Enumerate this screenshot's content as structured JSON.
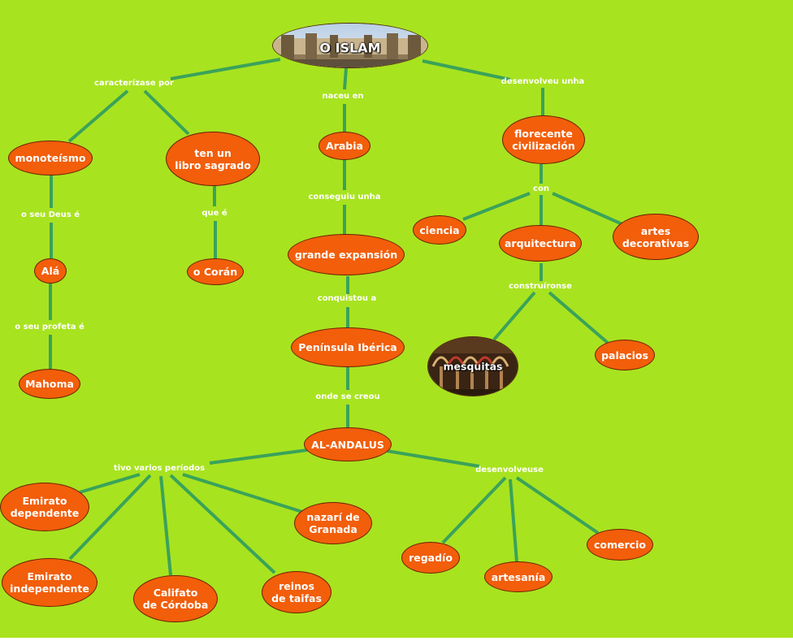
{
  "title": "O ISLAM",
  "nodes": {
    "monoteismo": "monoteísmo",
    "libro": "ten un\nlibro sagrado",
    "ala": "Alá",
    "coran": "o Corán",
    "mahoma": "Mahoma",
    "arabia": "Arabia",
    "expansion": "grande expansión",
    "peninsula": "Península Ibérica",
    "alandalus": "AL-ANDALUS",
    "florecente": "florecente\ncivilización",
    "ciencia": "ciencia",
    "arquitectura": "arquitectura",
    "artes": "artes\ndecorativas",
    "mesquitas": "mesquitas",
    "palacios": "palacios",
    "emirato_dep": "Emirato\ndependente",
    "emirato_indep": "Emirato\nindependente",
    "califato": "Califato\nde Córdoba",
    "reinos": "reinos\nde taifas",
    "nazari": "nazarí de\nGranada",
    "regadio": "regadío",
    "artesania": "artesanía",
    "comercio": "comercio"
  },
  "labels": {
    "caracterizase": "caracterízase por",
    "naceu": "naceu en",
    "desenvolveu": "desenvolveu unha",
    "deus": "o seu Deus é",
    "que": "que é",
    "profeta": "o seu profeta é",
    "conseguiu": "conseguiu unha",
    "conquistou": "conquistou a",
    "onde": "onde se creou",
    "con": "con",
    "construironse": "construíronse",
    "tivo": "tivo varios períodos",
    "desenvolveuse": "desenvolveuse"
  },
  "colors": {
    "background": "#a8e31f",
    "node_fill": "#f25e0a",
    "connector": "#3aa35a",
    "text": "#ffffff"
  }
}
